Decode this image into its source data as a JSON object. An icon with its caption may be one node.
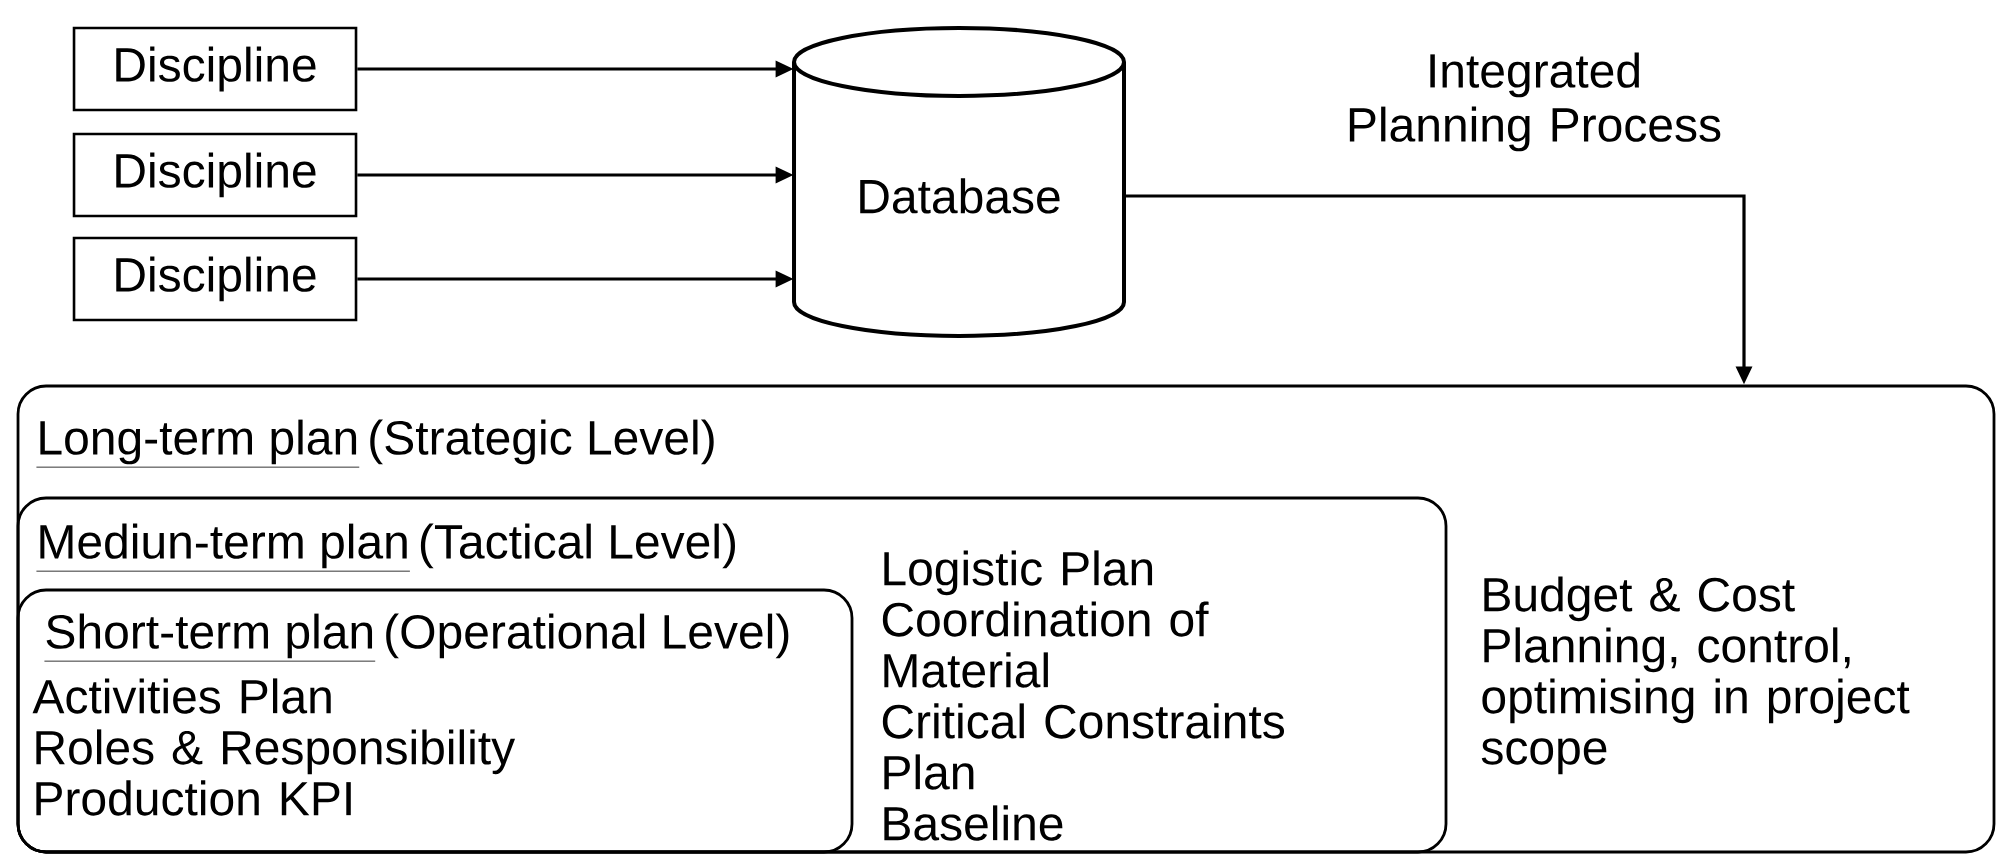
{
  "diagram": {
    "nodes": [
      {
        "text": [
          "Discipline"
        ]
      },
      {
        "text": [
          "Discipline"
        ]
      },
      {
        "text": [
          "Discipline"
        ]
      },
      {
        "text": [
          "Database"
        ]
      },
      {
        "text": [
          "Long-term plan",
          "(Strategic Level)",
          "Budget & Cost Planning, control, optimising in project scope"
        ]
      },
      {
        "text": [
          "Mediun-term plan",
          "(Tactical Level)",
          "Logistic Plan",
          "Coordination of Material",
          "Critical Constraints Plan",
          "Baseline"
        ],
        "in": 4
      },
      {
        "text": [
          "Short-term plan",
          "(Operational Level)",
          "Activities Plan",
          "Roles & Responsibility",
          "Production KPI"
        ],
        "in": 5
      }
    ],
    "edges": [
      {
        "from": 0,
        "to": 3,
        "arrow": "to"
      },
      {
        "from": 1,
        "to": 3,
        "arrow": "to"
      },
      {
        "from": 2,
        "to": 3,
        "arrow": "to"
      },
      {
        "from": 3,
        "to": 4,
        "arrow": "to",
        "label": "Integrated Planning Process"
      }
    ]
  }
}
